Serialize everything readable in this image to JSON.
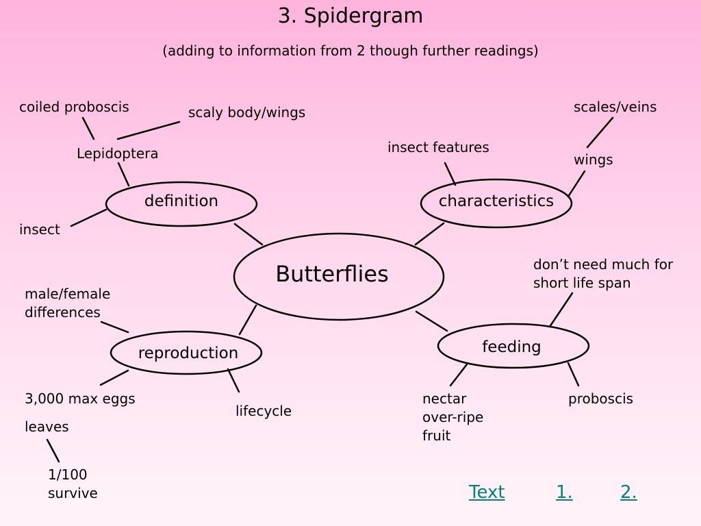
{
  "header": {
    "title": "3. Spidergram",
    "subtitle": "(adding to information from 2 though further readings)"
  },
  "diagram": {
    "center": "Butterflies",
    "nodes": {
      "definition": "definition",
      "characteristics": "characteristics",
      "reproduction": "reproduction",
      "feeding": "feeding"
    },
    "labels": {
      "coiled_proboscis": "coiled proboscis",
      "scaly_body_wings": "scaly body/wings",
      "lepidoptera": "Lepidoptera",
      "insect": "insect",
      "scales_veins": "scales/veins",
      "insect_features": "insect features",
      "wings": "wings",
      "dont_need_line1": "don’t need much for",
      "dont_need_line2": "short life span",
      "male_female_line1": "male/female",
      "male_female_line2": "differences",
      "max_eggs": "3,000 max eggs",
      "leaves": "leaves",
      "survive_line1": "1/100",
      "survive_line2": "survive",
      "lifecycle": "lifecycle",
      "nectar_line1": "nectar",
      "nectar_line2": "over-ripe",
      "nectar_line3": "fruit",
      "proboscis": "proboscis"
    }
  },
  "nav": {
    "text": "Text",
    "one": "1.",
    "two": "2."
  },
  "colors": {
    "link": "#008080",
    "background_top": "#ffb3dc",
    "background_bottom": "#fff4fa"
  }
}
